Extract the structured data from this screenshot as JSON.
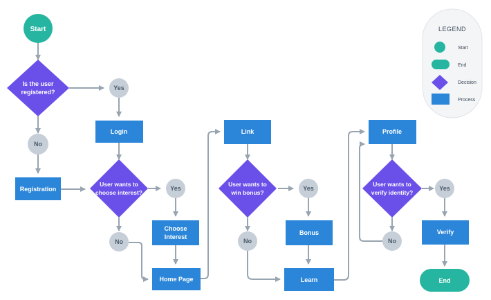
{
  "colors": {
    "start": "#26b5a0",
    "end": "#26b5a0",
    "decision": "#6a4fe8",
    "process": "#2b86d9",
    "connector": "#c6ced8",
    "line": "#98a4b0"
  },
  "nodes": {
    "start": "Start",
    "q_registered": [
      "Is the user",
      "registered?"
    ],
    "yes_1": "Yes",
    "no_1": "No",
    "login": "Login",
    "registration": "Registration",
    "q_interest": [
      "User wants to",
      "choose interest?"
    ],
    "yes_2": "Yes",
    "no_2": "No",
    "choose_interest": [
      "Choose",
      "Interest"
    ],
    "home_page": "Home Page",
    "link": "Link",
    "q_bonus": [
      "User wants to",
      "win bonus?"
    ],
    "yes_3": "Yes",
    "no_3": "No",
    "bonus": "Bonus",
    "learn": "Learn",
    "profile": "Profile",
    "q_verify": [
      "User wants to",
      "verify identity?"
    ],
    "yes_4": "Yes",
    "no_4": "No",
    "verify": "Verify",
    "end": "End"
  },
  "legend": {
    "title": "LEGEND",
    "items": [
      "Start",
      "End",
      "Decision",
      "Process"
    ]
  }
}
